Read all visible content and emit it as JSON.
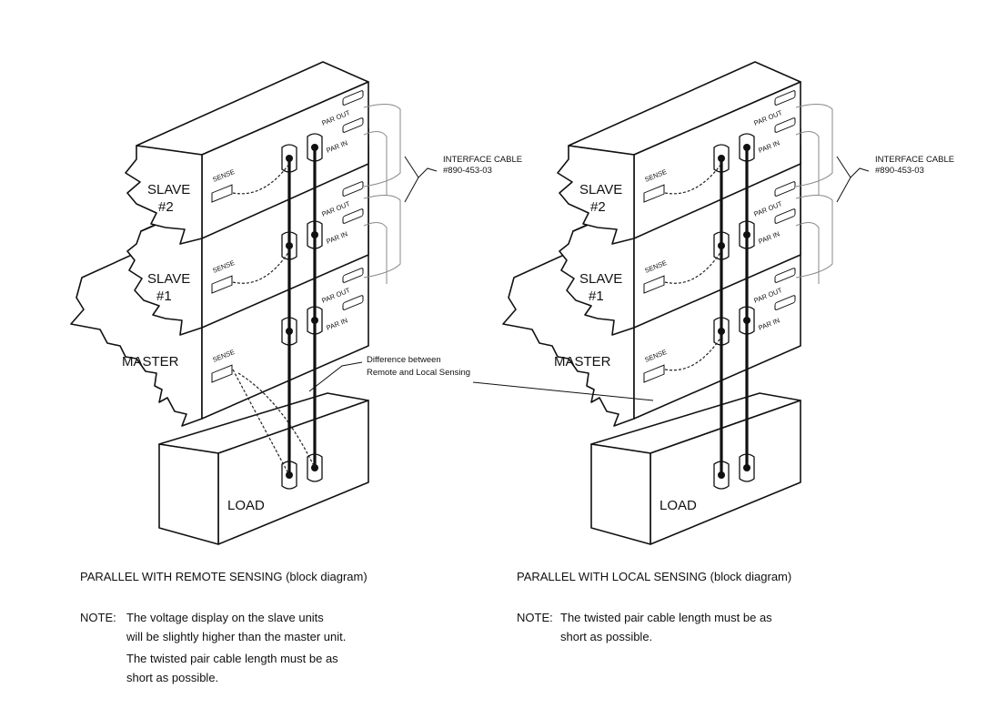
{
  "left": {
    "units": {
      "slave2": [
        "SLAVE",
        "#2"
      ],
      "slave1": [
        "SLAVE",
        "#1"
      ],
      "master": "MASTER",
      "load": "LOAD"
    },
    "port_labels": {
      "sense": "SENSE",
      "par_out": "PAR OUT",
      "par_in": "PAR IN"
    },
    "interface_cable": [
      "INTERFACE CABLE",
      "#890-453-03"
    ],
    "caption": "PARALLEL WITH REMOTE SENSING  (block diagram)",
    "note_label": "NOTE:",
    "note_lines": [
      "The voltage display on the slave units",
      "will be slightly higher than the master unit.",
      "The twisted pair cable length must be as",
      "short as possible."
    ]
  },
  "right": {
    "units": {
      "slave2": [
        "SLAVE",
        "#2"
      ],
      "slave1": [
        "SLAVE",
        "#1"
      ],
      "master": "MASTER",
      "load": "LOAD"
    },
    "port_labels": {
      "sense": "SENSE",
      "par_out": "PAR OUT",
      "par_in": "PAR IN"
    },
    "interface_cable": [
      "INTERFACE CABLE",
      "#890-453-03"
    ],
    "caption": "PARALLEL WITH LOCAL SENSING  (block diagram)",
    "note_label": "NOTE:",
    "note_lines": [
      "The twisted pair cable length must be as",
      "short as possible."
    ]
  },
  "difference_label": [
    "Difference between",
    "Remote and Local Sensing"
  ]
}
